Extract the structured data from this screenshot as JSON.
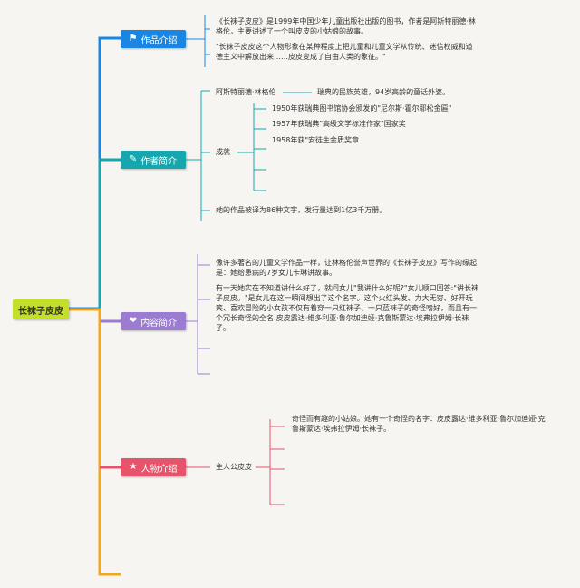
{
  "root": {
    "label": "长袜子皮皮"
  },
  "colors": {
    "root_bg": "#c4de2a",
    "root_text": "#333333",
    "blue": "#1a86e3",
    "teal": "#16a6ad",
    "purple": "#9b7cd2",
    "red": "#e7536a",
    "orange": "#f0a81c"
  },
  "branches": {
    "works": {
      "label": "作品介绍",
      "icon": "flag-icon",
      "texts": [
        "《长袜子皮皮》是1999年中国少年儿童出版社出版的图书，作者是阿斯特丽德·林格伦，主要讲述了一个叫皮皮的小姑娘的故事。",
        "\"长袜子皮皮这个人物形象在某种程度上把儿童和儿童文学从传统、迷信权威和道德主义中解放出来……皮皮变成了自由人类的象征。\""
      ]
    },
    "author": {
      "label": "作者简介",
      "icon": "pen-icon",
      "name": "阿斯特丽德·林格伦",
      "name_desc": "瑞典的民族英雄，94岁高龄的童话外婆。",
      "achievement_label": "成就",
      "achievements": [
        "1950年获瑞典图书馆协会颁发的\"尼尔斯·霍尔耶松金匾\"",
        "1957年获瑞典\"高级文学标准作家\"国家奖",
        "1958年获\"安徒生金质奖章"
      ],
      "works_count": "她的作品被译为86种文字，发行量达到1亿3千万册。"
    },
    "content": {
      "label": "内容简介",
      "icon": "hands-icon",
      "texts": [
        "像许多著名的儿童文学作品一样，让林格伦誉声世界的《长袜子皮皮》写作的缘起是：她给患病的7岁女儿卡琳讲故事。",
        "有一天她实在不知道讲什么好了，就问女儿\"我讲什么好呢?\"女儿顺口回答:\"讲长袜子皮皮。\"是女儿在这一瞬间想出了这个名字。这个火红头发、力大无穷、好开玩笑、喜欢冒险的小女孩不仅有着穿一只红袜子、一只蓝袜子的奇怪嗜好，而且有一个冗长奇怪的全名:皮皮露达·维多利亚·鲁尔加迪娅·克鲁斯蒙达·埃弗拉伊姆·长袜子。"
      ]
    },
    "characters": {
      "label": "人物介绍",
      "icon": "star-icon",
      "protagonist_label": "主人公皮皮",
      "protagonist_desc": "奇怪而有趣的小姑娘。她有一个奇怪的名字：皮皮露达·维多利亚·鲁尔加迪娅·克鲁斯蒙达·埃弗拉伊姆·长袜子。"
    }
  }
}
